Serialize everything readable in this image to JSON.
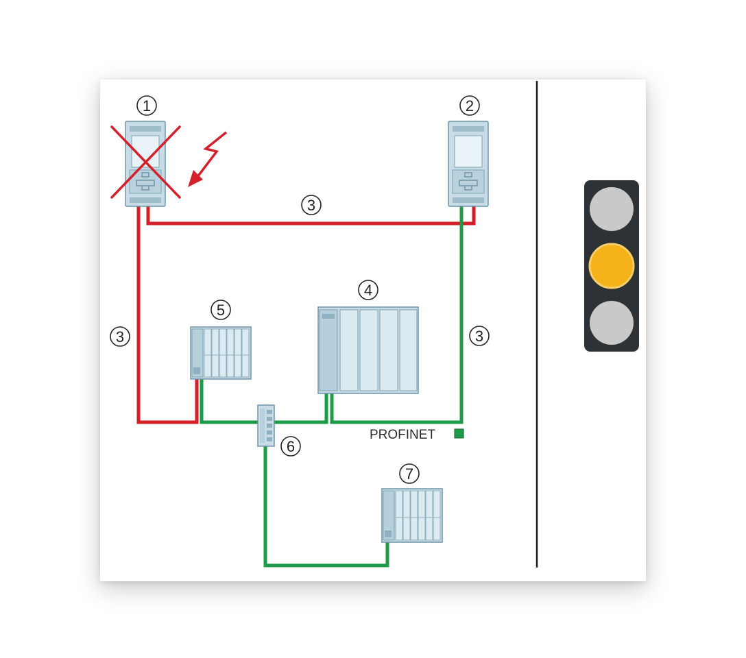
{
  "diagram": {
    "markers": {
      "m1": "1",
      "m2": "2",
      "m3_top": "3",
      "m3_left": "3",
      "m3_right": "3",
      "m4": "4",
      "m5": "5",
      "m6": "6",
      "m7": "7"
    },
    "network_label": "PROFINET",
    "colors": {
      "h_sync_link": "#d4202a",
      "profinet": "#1e9b46",
      "device_body": "#c7dce6",
      "device_edge": "#6f95a8",
      "failure_mark": "#d4202a"
    },
    "status_light": {
      "active": "yellow",
      "lamps": [
        "off",
        "yellow",
        "off"
      ],
      "colors": {
        "off": "#c9c9c9",
        "yellow": "#f6b21a",
        "housing": "#2c3236"
      }
    }
  }
}
